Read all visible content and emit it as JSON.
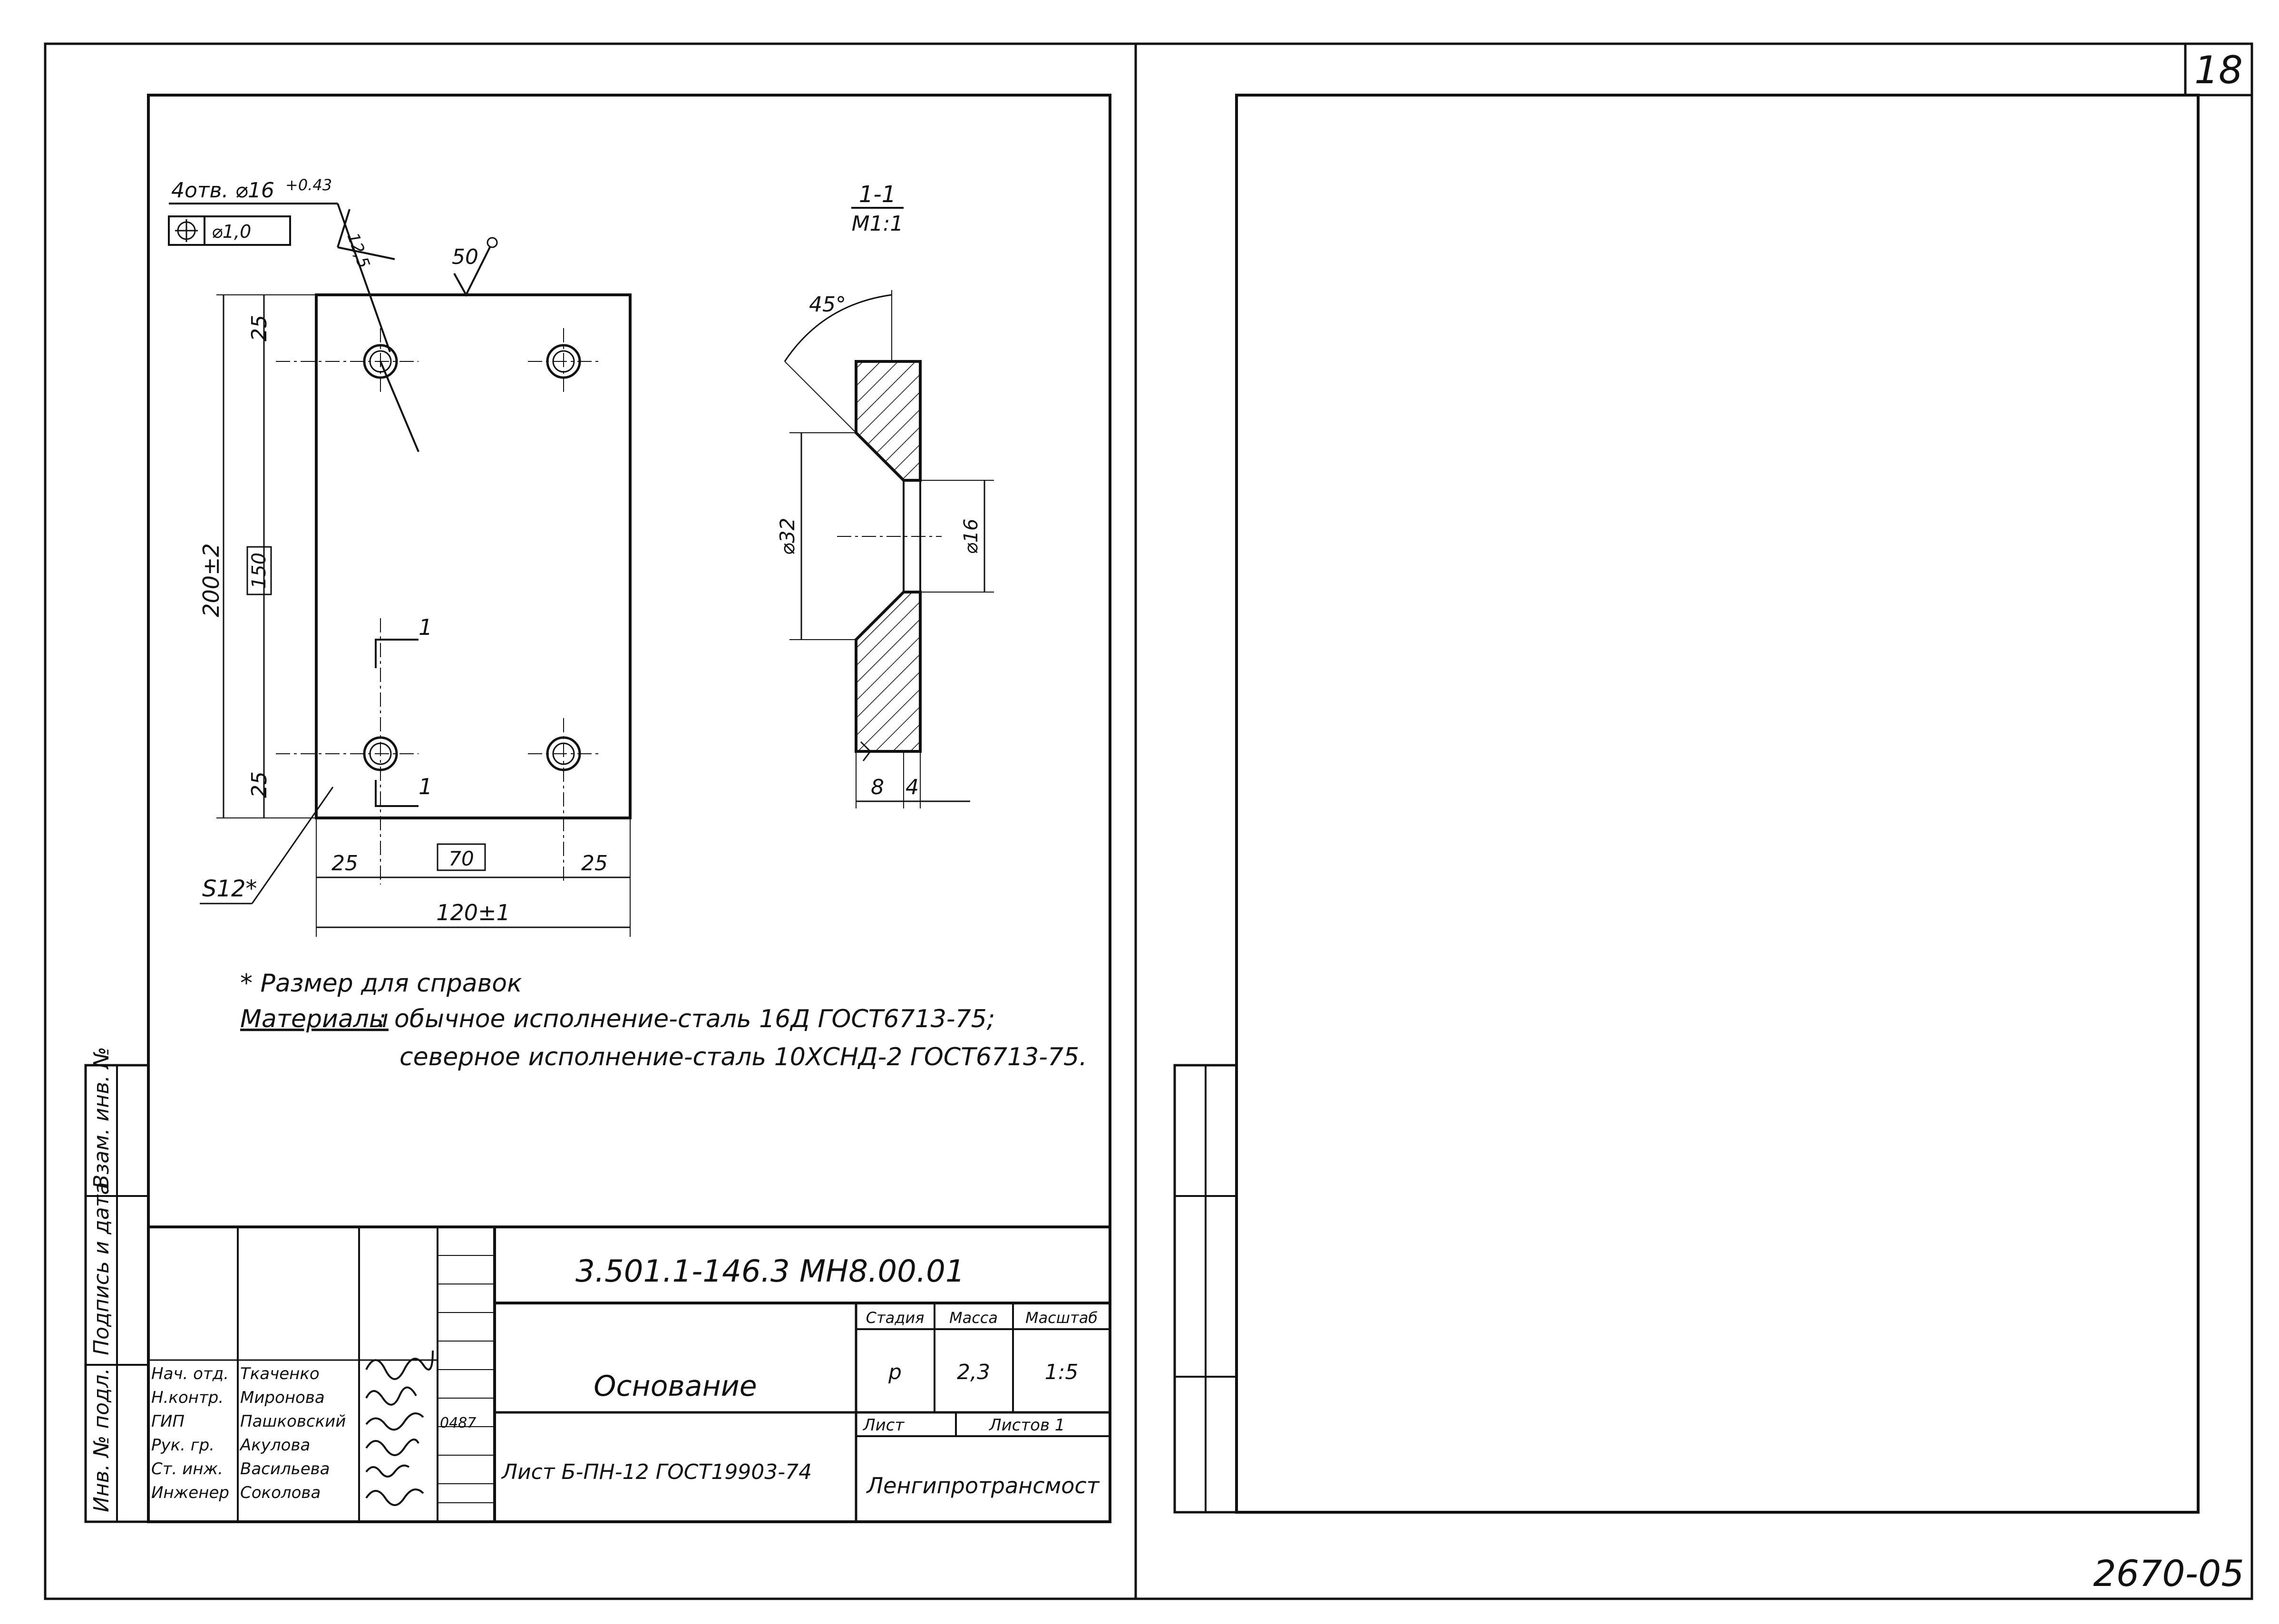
{
  "sheet_number": "18",
  "drawing": {
    "hole_callout": "4отв. ⌀16",
    "hole_tolerance": "+0.43",
    "position_tolerance": "⌀1,0",
    "roughness_hole": "12,5",
    "roughness_top": "50",
    "dims": {
      "top_25": "25",
      "height_total": "200±2",
      "height_mid": "150",
      "bottom_25": "25",
      "left_25": "25",
      "mid_70": "70",
      "right_25": "25",
      "width_total": "120±1",
      "thickness": "S12*"
    },
    "section_marks": {
      "upper": "1",
      "lower": "1"
    },
    "section_title": "1-1",
    "section_scale": "M1:1",
    "section_dims": {
      "angle": "45°",
      "outer_dia": "⌀32",
      "inner_dia": "⌀16",
      "depth_8": "8",
      "depth_4": "4"
    }
  },
  "notes": {
    "reference": "* Размер для справок",
    "materials_label": "Материалы",
    "materials_line1": ": обычное исполнение-сталь 16Д ГОСТ6713-75;",
    "materials_line2": "северное исполнение-сталь 10ХСНД-2 ГОСТ6713-75."
  },
  "side_stamp": {
    "col1": "Инв. № подл.",
    "col2": "Подпись и дата",
    "col3": "Взам. инв. №"
  },
  "title_block": {
    "doc_number": "3.501.1-146.3   МН8.00.01",
    "part_name": "Основание",
    "material_spec": "Лист Б-ПН-12 ГОСТ19903-74",
    "headers": {
      "stage": "Стадия",
      "mass": "Масса",
      "scale": "Масштаб"
    },
    "values": {
      "stage": "р",
      "mass": "2,3",
      "scale": "1:5"
    },
    "sheet_label": "Лист",
    "sheets_label": "Листов 1",
    "organization": "Ленгипротрансмост",
    "roles": [
      "Нач. отд.",
      "Н.контр.",
      "ГИП",
      "Рук. гр.",
      "Ст. инж.",
      "Инженер"
    ],
    "names": [
      "Ткаченко",
      "Миронова",
      "Пашковский",
      "Акулова",
      "Васильева",
      "Соколова"
    ],
    "date_mark": "0487"
  },
  "stamp_number": "2670-05"
}
